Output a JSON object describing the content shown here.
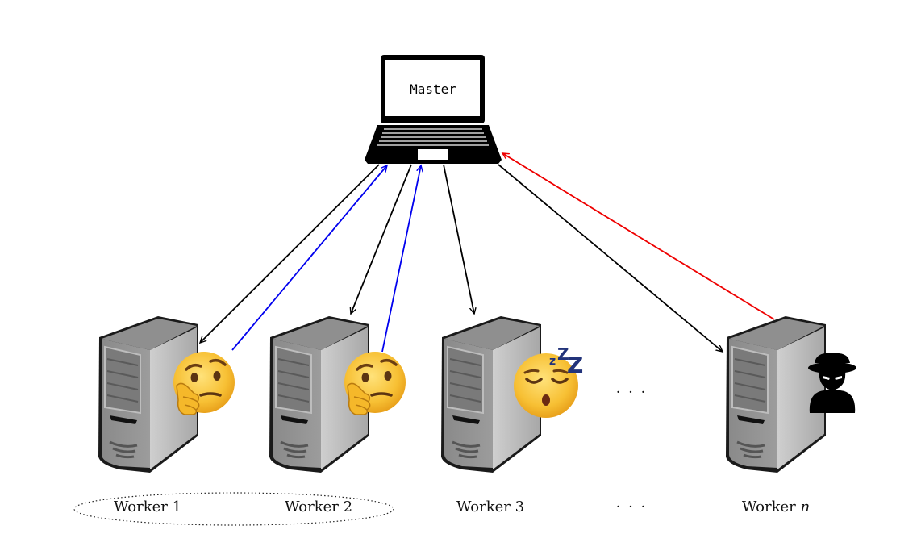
{
  "master": {
    "label": "Master"
  },
  "workers": [
    {
      "id": "w1",
      "label": "Worker 1",
      "status": "thinking"
    },
    {
      "id": "w2",
      "label": "Worker 2",
      "status": "thinking"
    },
    {
      "id": "w3",
      "label": "Worker 3",
      "status": "sleeping"
    },
    {
      "id": "wn",
      "label_prefix": "Worker ",
      "label_var": "n",
      "status": "adversarial"
    }
  ],
  "ellipsis": "· · ·",
  "colors": {
    "master_to_worker": "#000000",
    "reply_honest": "#0000ee",
    "reply_adversarial": "#ee0000"
  },
  "icons": {
    "master": "laptop-icon",
    "worker": "server-tower-icon",
    "thinking": "thinking-face-icon",
    "sleeping": "sleeping-face-icon",
    "adversarial": "spy-icon"
  }
}
